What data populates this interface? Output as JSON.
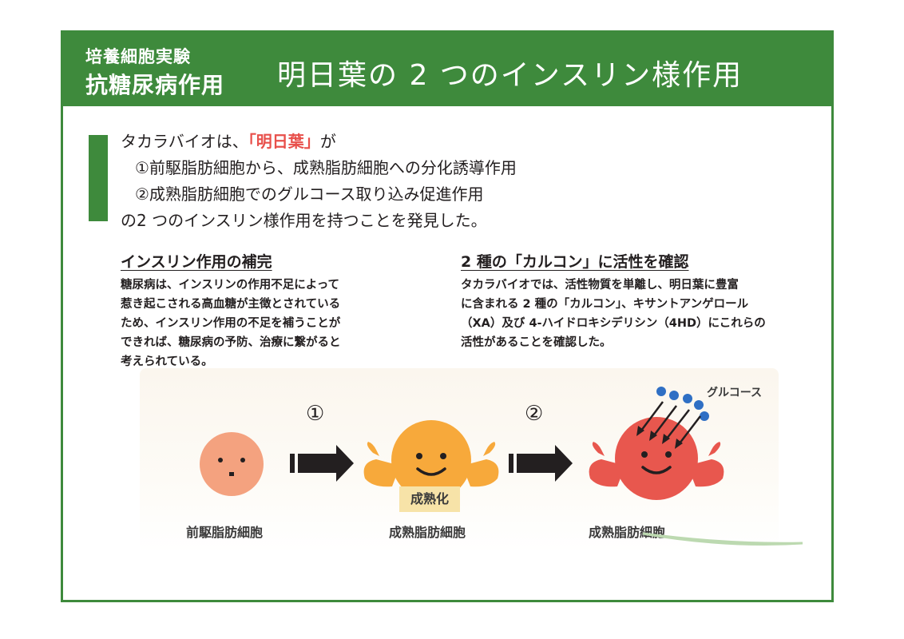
{
  "header": {
    "category_line1": "培養細胞実験",
    "category_line2": "抗糖尿病作用",
    "title": "明日葉の 2 つのインスリン様作用"
  },
  "intro": {
    "line1_prefix": "タカラバイオは、",
    "line1_highlight": "「明日葉」",
    "line1_suffix": "が",
    "line2": "①前駆脂肪細胞から、成熟脂肪細胞への分化誘導作用",
    "line3": "②成熟脂肪細胞でのグルコース取り込み促進作用",
    "line4": "の2 つのインスリン様作用を持つことを発見した。"
  },
  "left_section": {
    "heading": "インスリン作用の補完",
    "lines": [
      "糖尿病は、インスリンの作用不足によって",
      "惹き起こされる高血糖が主徴とされている",
      "ため、インスリン作用の不足を補うことが",
      "できれば、糖尿病の予防、治療に繋がると",
      "考えられている。"
    ]
  },
  "right_section": {
    "heading": "2 種の「カルコン」に活性を確認",
    "lines": [
      "タカラバイオでは、活性物質を単離し、明日葉に豊富",
      "に含まれる 2 種の「カルコン」、キサントアンゲロール",
      "（XA）及び 4-ハイドロキシデリシン（4HD）にこれらの",
      "活性があることを確認した。"
    ]
  },
  "illustration": {
    "step1": "①",
    "step2": "②",
    "cell1_label": "前駆脂肪細胞",
    "cell2_label": "成熟脂肪細胞",
    "cell3_label": "成熟脂肪細胞",
    "maturation_badge": "成熟化",
    "glucose_label": "グルコース"
  },
  "colors": {
    "brand_green": "#3e8a3c",
    "highlight_red": "#e8504b",
    "precursor_cell": "#f4a27f",
    "mature_cell": "#f7a93b",
    "active_cell": "#e8574e",
    "glucose_dot": "#2f6fc4"
  }
}
